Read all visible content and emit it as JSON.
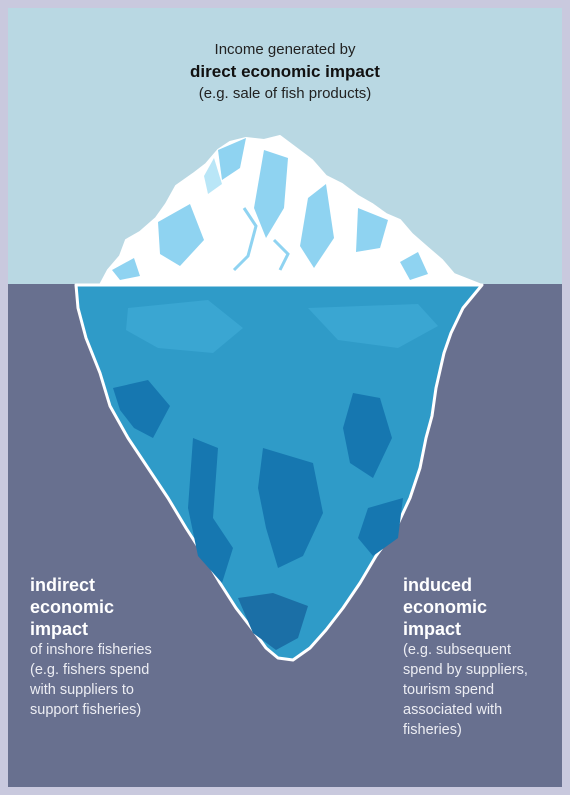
{
  "colors": {
    "page_border": "#c9c9de",
    "sky": "#b9d8e3",
    "sea": "#68708f",
    "ice_white": "#ffffff",
    "ice_shade": "#8fd3f1",
    "underwater_ice": "#2f9bc8",
    "underwater_ice_dark": "#1677b0",
    "outline": "#ffffff"
  },
  "top_caption": {
    "line1": "Income generated by",
    "heading": "direct economic impact",
    "line3": "(e.g. sale of fish products)"
  },
  "left_caption": {
    "heading_line1": "indirect",
    "heading_line2": "economic",
    "heading_line3": "impact",
    "body_line1": "of inshore fisheries",
    "body_line2": "(e.g. fishers spend",
    "body_line3": "with suppliers to",
    "body_line4": "support fisheries)"
  },
  "right_caption": {
    "heading_line1": "induced",
    "heading_line2": "economic",
    "heading_line3": "impact",
    "body_line1": "(e.g. subsequent",
    "body_line2": "spend by suppliers,",
    "body_line3": "tourism spend",
    "body_line4": "associated with",
    "body_line5": "fisheries)"
  }
}
